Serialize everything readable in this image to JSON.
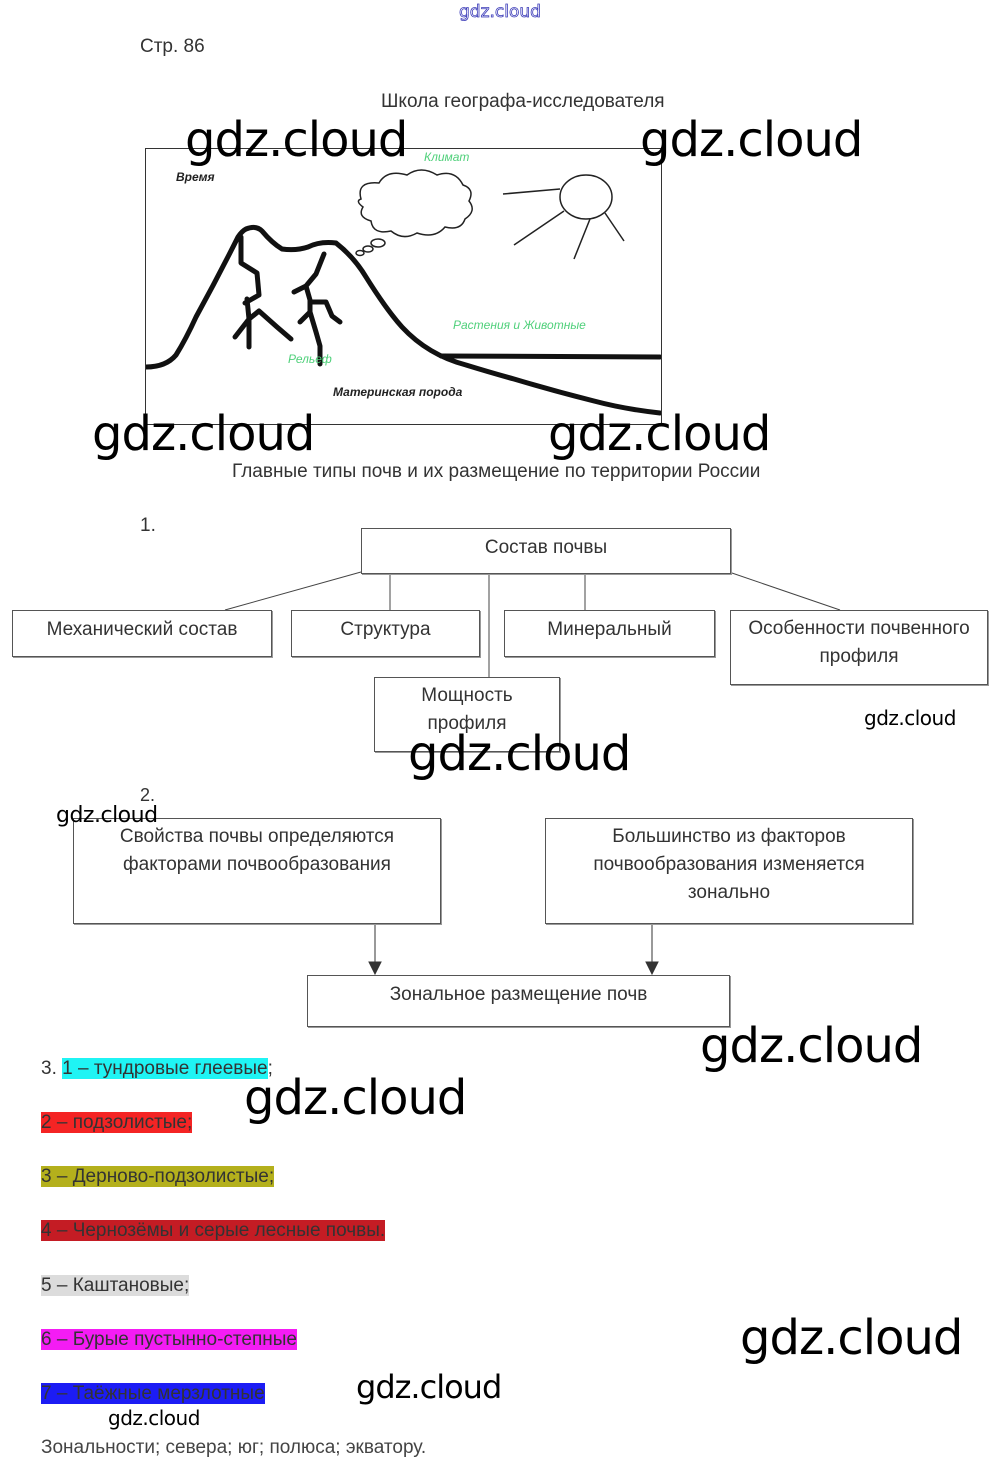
{
  "header": {
    "site_mark": "gdz.cloud",
    "page_number": "Стр. 86"
  },
  "picture_section": {
    "title": "Школа географа-исследователя",
    "labels": {
      "time": "Время",
      "climate": "Климат",
      "plants_animals": "Растения и Животные",
      "relief": "Рельеф",
      "parent_rock": "Материнская порода"
    }
  },
  "soils_section": {
    "title": "Главные типы почв и их размещение по территории России"
  },
  "task1": {
    "number": "1.",
    "root": "Состав почвы",
    "children": [
      "Механический состав",
      "Структура",
      "Минеральный",
      "Особенности почвенного профиля",
      "Мощность профиля"
    ]
  },
  "task2": {
    "number": "2.",
    "left_box": "Свойства почвы определяются факторами почвообразования",
    "right_box": "Большинство из факторов почвообразования изменяется зонально",
    "result_box": "Зональное размещение почв"
  },
  "task3": {
    "number": "3.",
    "items": [
      {
        "text": "1 – тундровые глеевые",
        "suffix": ";",
        "color": "#1ff4f4"
      },
      {
        "text": "2 – подзолистые;",
        "suffix": "",
        "color": "#f42424"
      },
      {
        "text": "3 – Дерново-подзолистые;",
        "suffix": "",
        "color": "#b4b01c"
      },
      {
        "text": "4 – Чернозёмы и серые лесные почвы.",
        "suffix": "",
        "color": "#c41c24"
      },
      {
        "text": "5 – Каштановые;",
        "suffix": "",
        "color": "#dcdcdc"
      },
      {
        "text": "6 – Бурые пустынно-степные",
        "suffix": "",
        "color": "#f41cf4"
      },
      {
        "text": "7 – Таёжные мерзлотные",
        "suffix": "",
        "color": "#1c1cf4"
      }
    ]
  },
  "task4": {
    "text": "Зональности; севера; юг; полюса; экватору."
  },
  "watermarks": {
    "text": "gdz.cloud"
  }
}
